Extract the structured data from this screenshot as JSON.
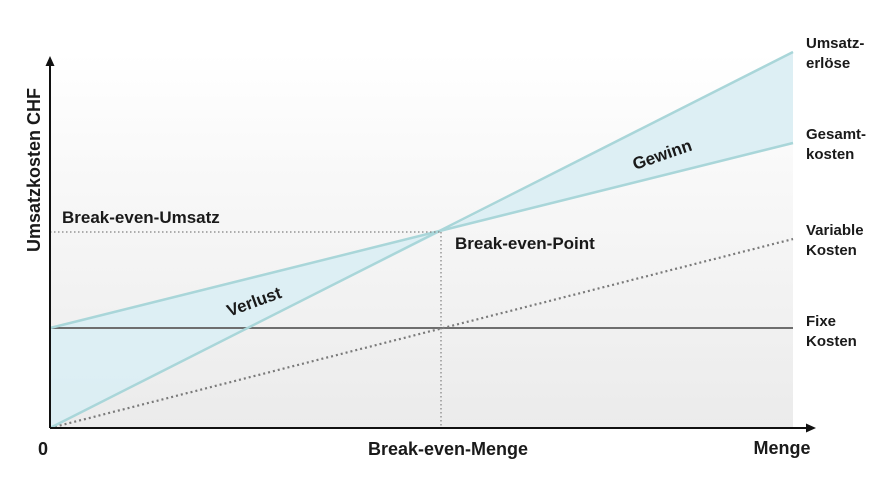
{
  "axes": {
    "y_label": "Umsatzkosten CHF",
    "x_label": "Menge",
    "origin_label": "0",
    "break_even_quantity_label": "Break-even-Menge",
    "break_even_revenue_label": "Break-even-Umsatz"
  },
  "points": {
    "break_even_point_label": "Break-even-Point"
  },
  "areas": {
    "profit_label": "Gewinn",
    "loss_label": "Verlust"
  },
  "lines": {
    "revenue": [
      "Umsatz-",
      "erlöse"
    ],
    "total_costs": [
      "Gesamt-",
      "kosten"
    ],
    "variable_costs": [
      "Variable",
      "Kosten"
    ],
    "fixed_costs": [
      "Fixe",
      "Kosten"
    ]
  },
  "colors": {
    "line": "#a9d6d9",
    "fixed_line": "#6e6e6e",
    "fill": "#dbeef3",
    "axis": "#111111",
    "dotted": "#808080"
  }
}
